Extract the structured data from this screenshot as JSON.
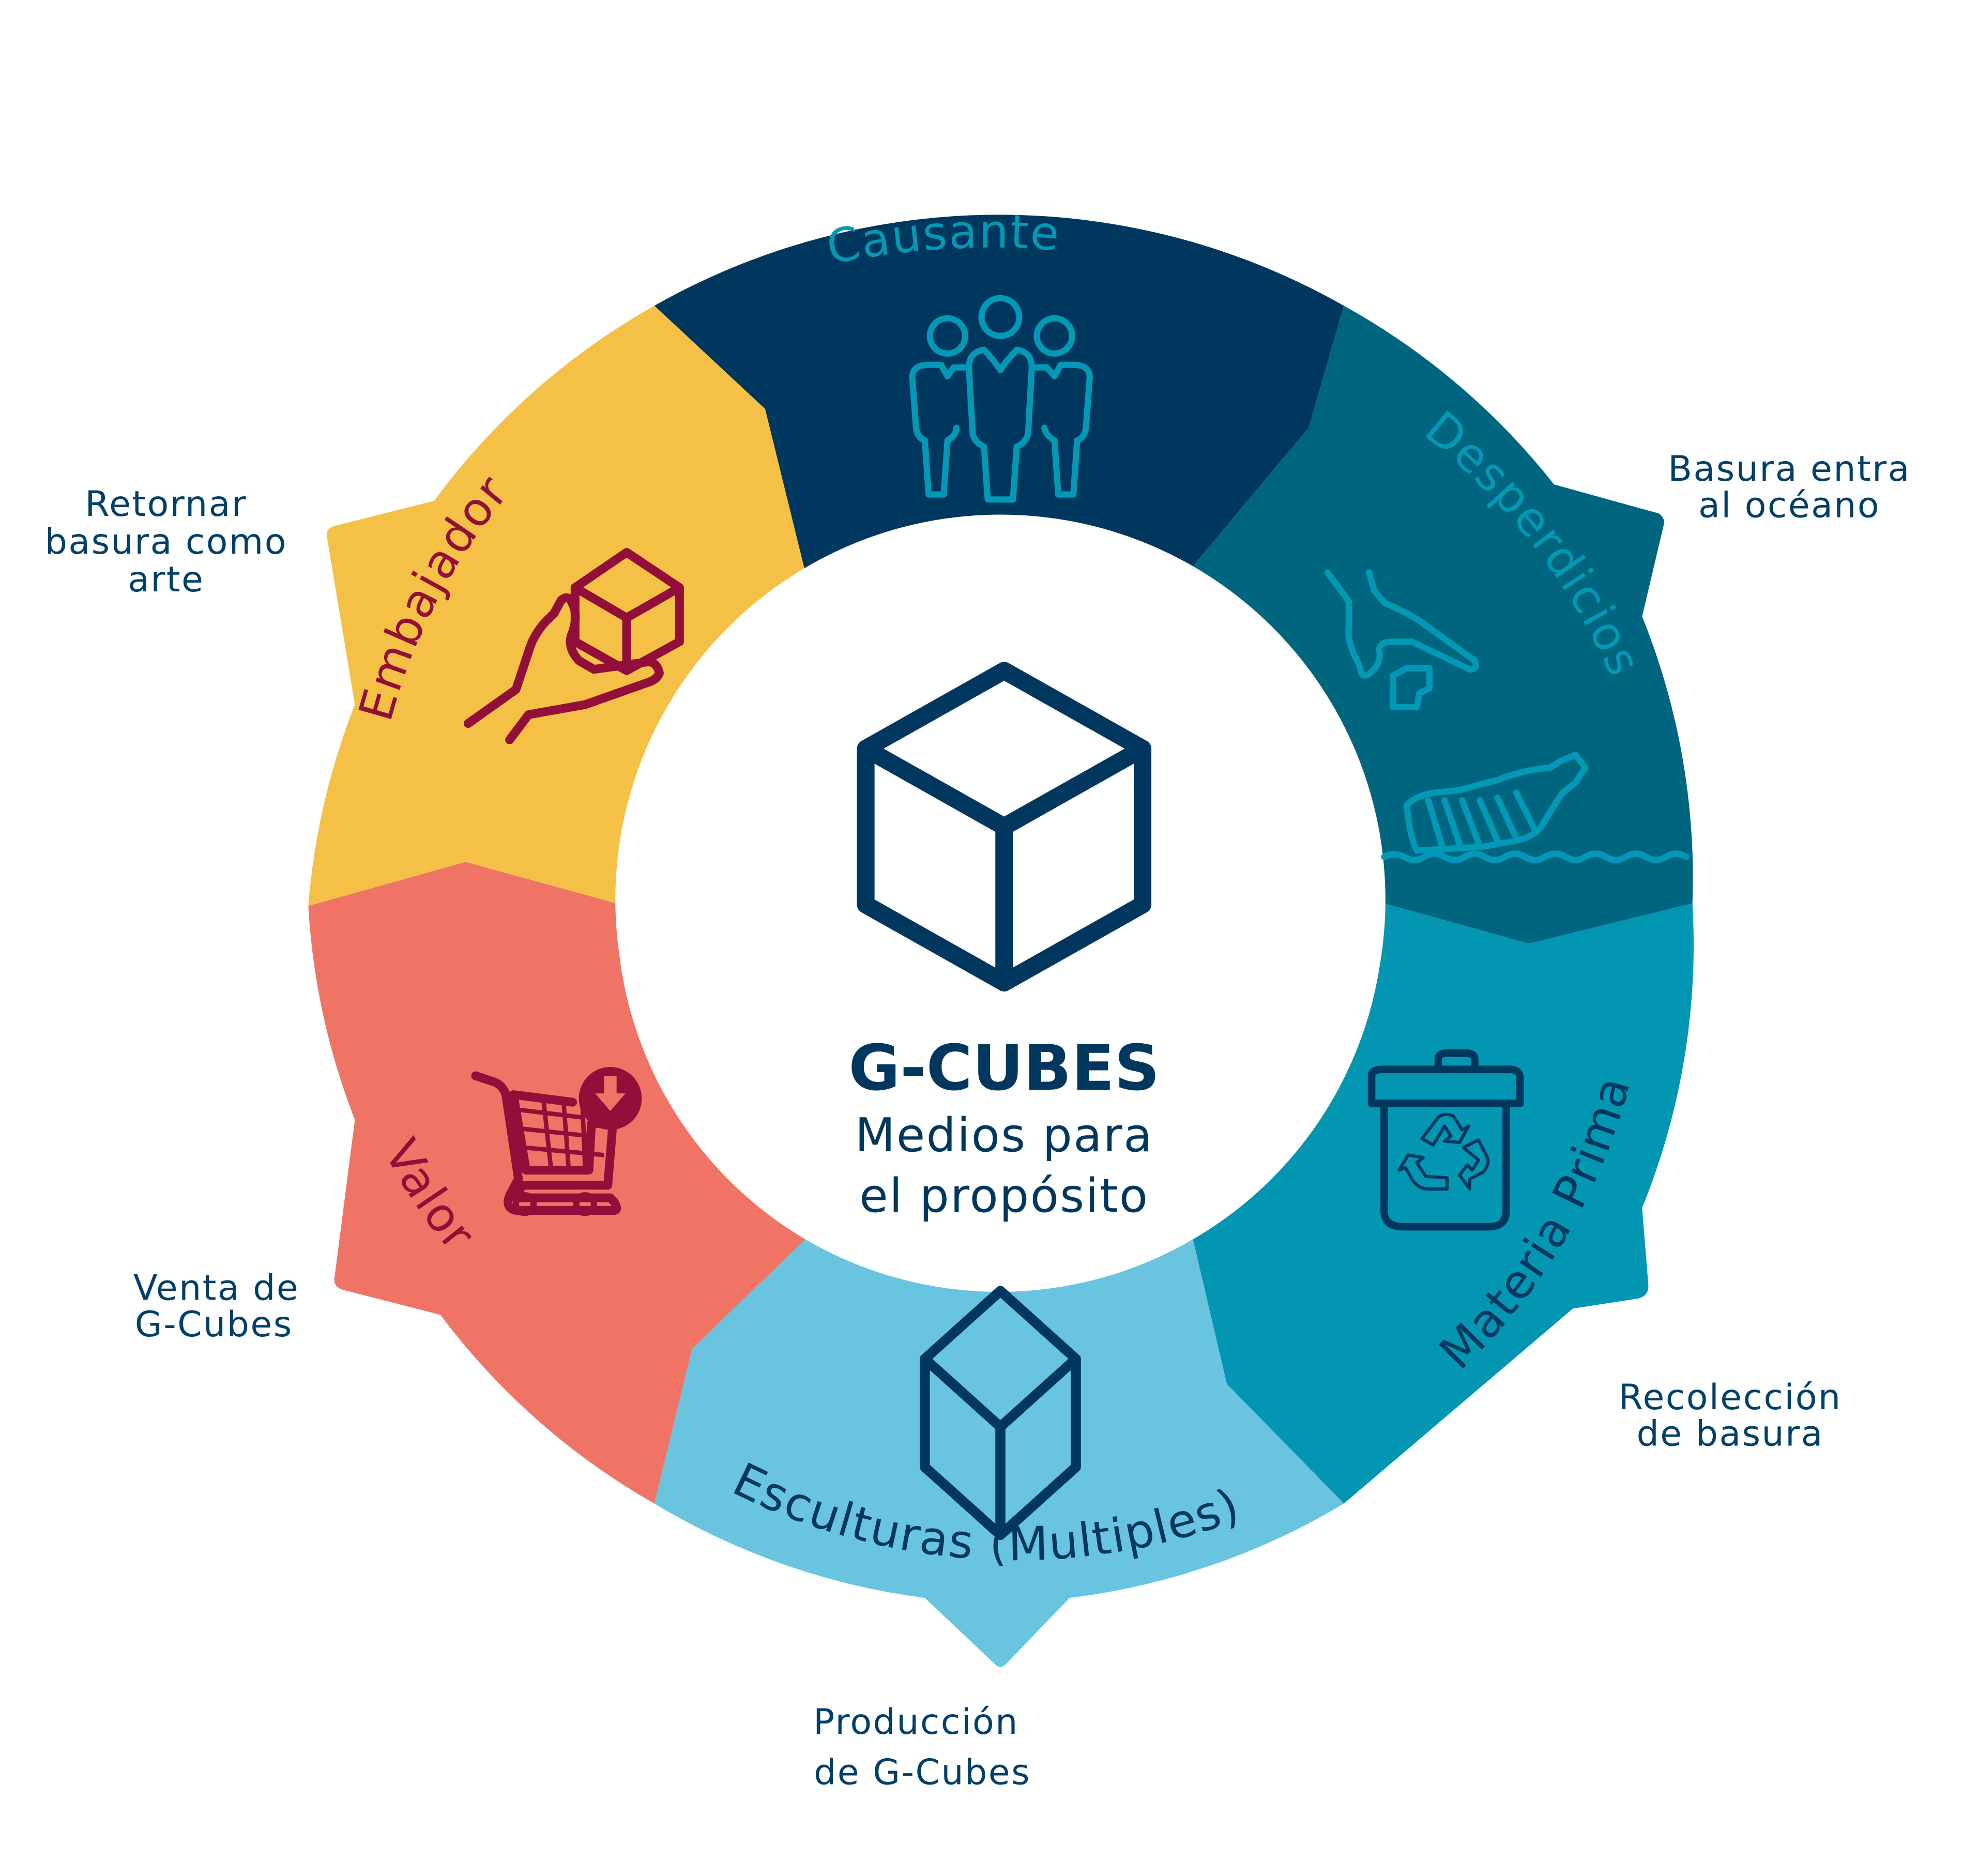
{
  "center": {
    "title": "G-CUBES",
    "subtitle_line1": "Medios para",
    "subtitle_line2": "el propósito",
    "icon": "cube-icon"
  },
  "segments": [
    {
      "id": "causante",
      "label": "Causante",
      "icon": "people-group-icon",
      "color": "#00375E",
      "text_color": "#0398B5",
      "outer_label": [
        "",
        ""
      ]
    },
    {
      "id": "desperdicios",
      "label": "Desperdicios",
      "icon": "ocean-trash-bottle-icon",
      "color": "#006680",
      "text_color": "#0398B5",
      "outer_label": [
        "Basura entra",
        "al océano"
      ]
    },
    {
      "id": "materia-prima",
      "label": "Materia Prima",
      "icon": "recycle-bin-icon",
      "color": "#0396B2",
      "text_color": "#00375E",
      "outer_label": [
        "Recolección",
        "de basura"
      ]
    },
    {
      "id": "esculturas",
      "label": "Esculturas (Multiples)",
      "icon": "cube-icon",
      "color": "#69C4E0",
      "text_color": "#00375E",
      "outer_label": [
        "Producción",
        "de G-Cubes"
      ]
    },
    {
      "id": "valor",
      "label": "Valor",
      "icon": "shopping-cart-download-icon",
      "color": "#EF7466",
      "text_color": "#920F3A",
      "outer_label": [
        "Venta de",
        "G-Cubes"
      ]
    },
    {
      "id": "embajador",
      "label": "Embajador",
      "icon": "hand-holding-cube-icon",
      "color": "#F4C146",
      "text_color": "#920F3A",
      "outer_label": [
        "Retornar",
        "basura como",
        "arte"
      ]
    }
  ],
  "colors": {
    "text_dark": "#00375E",
    "label_blue": "#004068",
    "background": "#FFFFFF"
  }
}
